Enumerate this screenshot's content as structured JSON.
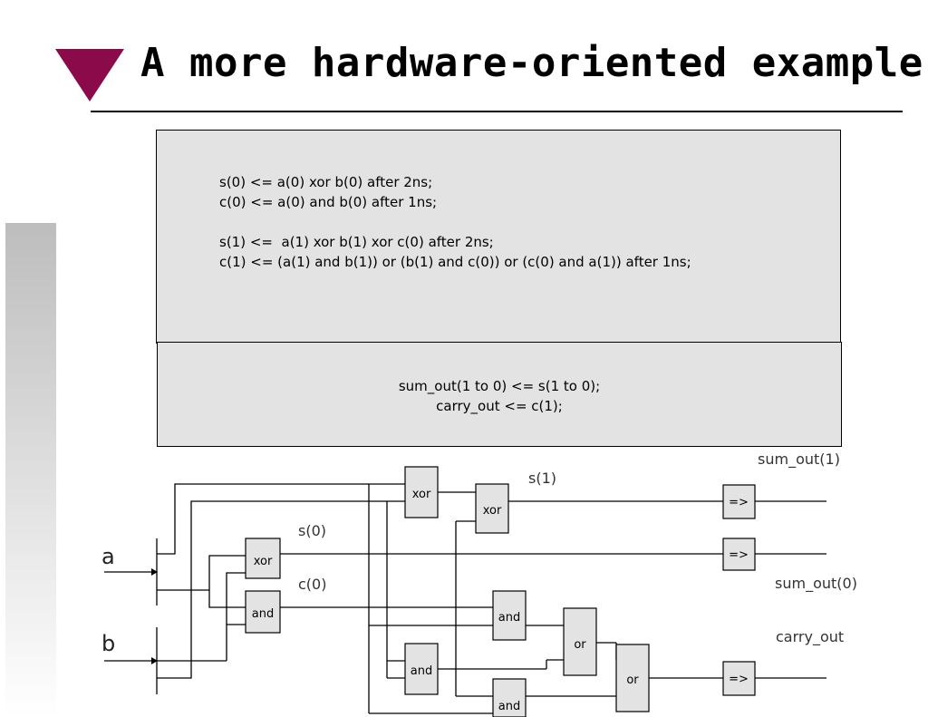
{
  "slide": {
    "title": "A more hardware-oriented example",
    "accent_color": "#8b0a4a",
    "code_block_1": {
      "lines": [
        "s(0) <= a(0) xor b(0) after 2ns;",
        "c(0) <= a(0) and b(0) after 1ns;",
        "s(1) <=  a(1) xor b(1) xor c(0) after 2ns;",
        "c(1) <= (a(1) and b(1)) or (b(1) and c(0)) or (c(0) and a(1)) after 1ns;"
      ]
    },
    "code_block_2": {
      "lines": [
        "sum_out(1 to 0) <= s(1 to 0);",
        "carry_out <= c(1);"
      ]
    }
  },
  "circuit": {
    "inputs": {
      "a": "a",
      "b": "b"
    },
    "gates": {
      "xor_s0": "xor",
      "and_c0": "and",
      "xor_1": "xor",
      "xor_2": "xor",
      "and_1": "and",
      "and_2": "and",
      "and_3": "and",
      "or_1": "or",
      "or_2": "or",
      "buf_1": "=>",
      "buf_2": "=>",
      "buf_3": "=>"
    },
    "signals": {
      "s0": "s(0)",
      "c0": "c(0)",
      "s1": "s(1)",
      "sum_out1": "sum_out(1)",
      "sum_out0": "sum_out(0)",
      "carry_out": "carry_out"
    }
  }
}
